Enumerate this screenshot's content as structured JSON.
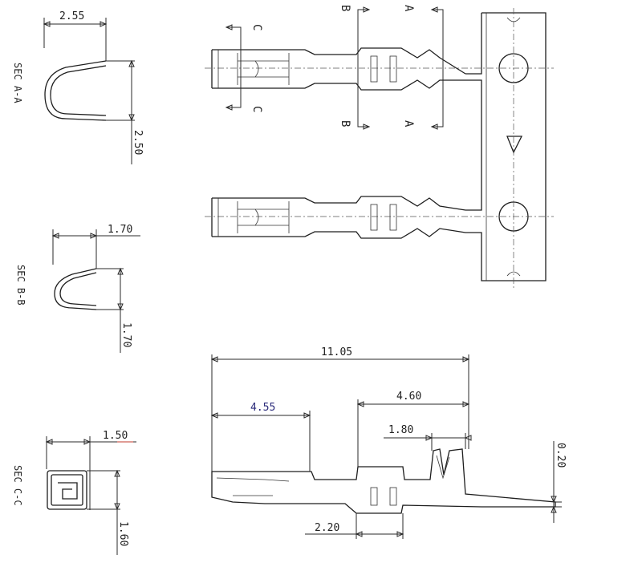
{
  "sections": {
    "aa": {
      "label": "SEC A-A",
      "width": "2.55",
      "height": "2.50"
    },
    "bb": {
      "label": "SEC B-B",
      "width": "1.70",
      "height": "1.70"
    },
    "cc": {
      "label": "SEC C-C",
      "width": "1.50",
      "height": "1.60"
    }
  },
  "cut_marks": {
    "a": "A",
    "b": "B",
    "c": "C"
  },
  "side_view": {
    "overall": "11.05",
    "contact_length": "4.55",
    "crimp_length": "4.60",
    "insulation_barrel": "1.80",
    "wire_barrel": "2.20",
    "material_thickness": "0.20"
  },
  "colors": {
    "line": "#1e1e1e",
    "highlight_text": "#2b2b7a",
    "underline": "#c0392b"
  }
}
